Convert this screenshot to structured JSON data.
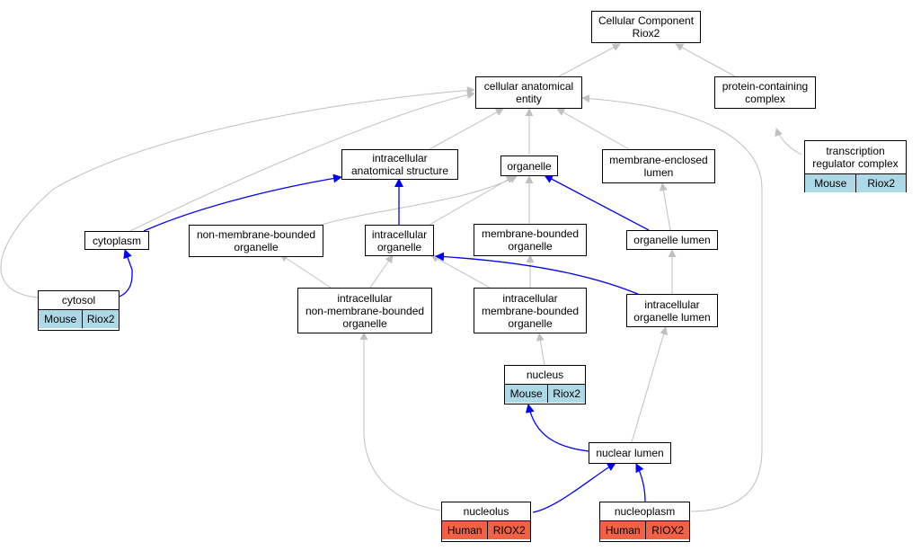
{
  "colors": {
    "grey_edge": "#c0c0c0",
    "blue_edge": "#0000ff",
    "mouse_fill": "#add8e6",
    "human_fill": "#f16145"
  },
  "nodes": {
    "root": [
      "Cellular Component",
      "Riox2"
    ],
    "cae": [
      "cellular anatomical",
      "entity"
    ],
    "pcc": [
      "protein-containing",
      "complex"
    ],
    "ias": [
      "intracellular",
      "anatomical structure"
    ],
    "organelle": [
      "organelle"
    ],
    "mel": [
      "membrane-enclosed",
      "lumen"
    ],
    "nmbo": [
      "non-membrane-bounded",
      "organelle"
    ],
    "io": [
      "intracellular",
      "organelle"
    ],
    "mbo": [
      "membrane-bounded",
      "organelle"
    ],
    "ol": [
      "organelle lumen"
    ],
    "inmbo": [
      "intracellular",
      "non-membrane-bounded",
      "organelle"
    ],
    "imbo": [
      "intracellular",
      "membrane-bounded",
      "organelle"
    ],
    "iol": [
      "intracellular",
      "organelle lumen"
    ],
    "cytoplasm": [
      "cytoplasm"
    ],
    "nuclear_lumen": [
      "nuclear lumen"
    ]
  },
  "annotated": {
    "trc": {
      "label_lines": [
        "transcription",
        "regulator complex"
      ],
      "species": "Mouse",
      "gene": "Riox2"
    },
    "cytosol": {
      "label_lines": [
        "cytosol"
      ],
      "species": "Mouse",
      "gene": "Riox2"
    },
    "nucleus": {
      "label_lines": [
        "nucleus"
      ],
      "species": "Mouse",
      "gene": "Riox2"
    },
    "nucleolus": {
      "label_lines": [
        "nucleolus"
      ],
      "species": "Human",
      "gene": "RIOX2"
    },
    "nucleoplasm": {
      "label_lines": [
        "nucleoplasm"
      ],
      "species": "Human",
      "gene": "RIOX2"
    }
  }
}
